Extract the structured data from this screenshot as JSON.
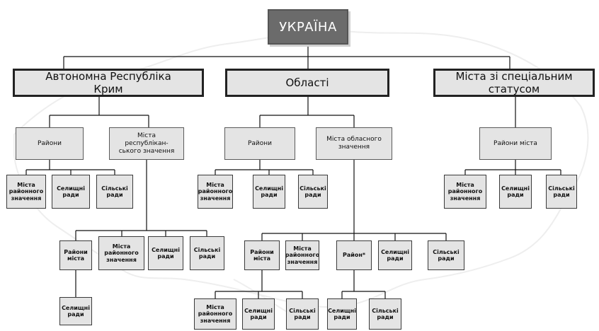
{
  "root": {
    "label": "УКРАЇНА"
  },
  "crimea": {
    "label": "Автономна Республіка\nКрим",
    "raions": {
      "label": "Райони",
      "children": [
        "Міста\nрайонного\nзначення",
        "Селищні\nради",
        "Сільські\nради"
      ]
    },
    "cities": {
      "label": "Міста\nреспублікан-\nського значення",
      "children": [
        "Райони\nміста",
        "Міста\nрайонного\nзначення",
        "Селищні\nради",
        "Сільські\nради"
      ],
      "city_raion_children": [
        "Селищні\nради"
      ]
    }
  },
  "oblasts": {
    "label": "Області",
    "raions": {
      "label": "Райони",
      "children": [
        "Міста\nрайонного\nзначення",
        "Селищні\nради",
        "Сільські\nради"
      ]
    },
    "cities": {
      "label": "Міста обласного\nзначення",
      "children": [
        "Райони\nміста",
        "Міста\nрайонного\nзначення",
        "Район*",
        "Селищні\nради",
        "Сільські\nради"
      ],
      "city_raion_children": [
        "Міста\nрайонного\nзначення",
        "Селищні\nради",
        "Сільські\nради"
      ],
      "raion_star_children": [
        "Селищні\nради",
        "Сільські\nради"
      ]
    }
  },
  "special": {
    "label": "Міста зі спеціальним\nстатусом",
    "raions": {
      "label": "Райони міста",
      "children": [
        "Міста\nрайонного\nзначення",
        "Селищні\nради",
        "Сільські\nради"
      ]
    }
  }
}
